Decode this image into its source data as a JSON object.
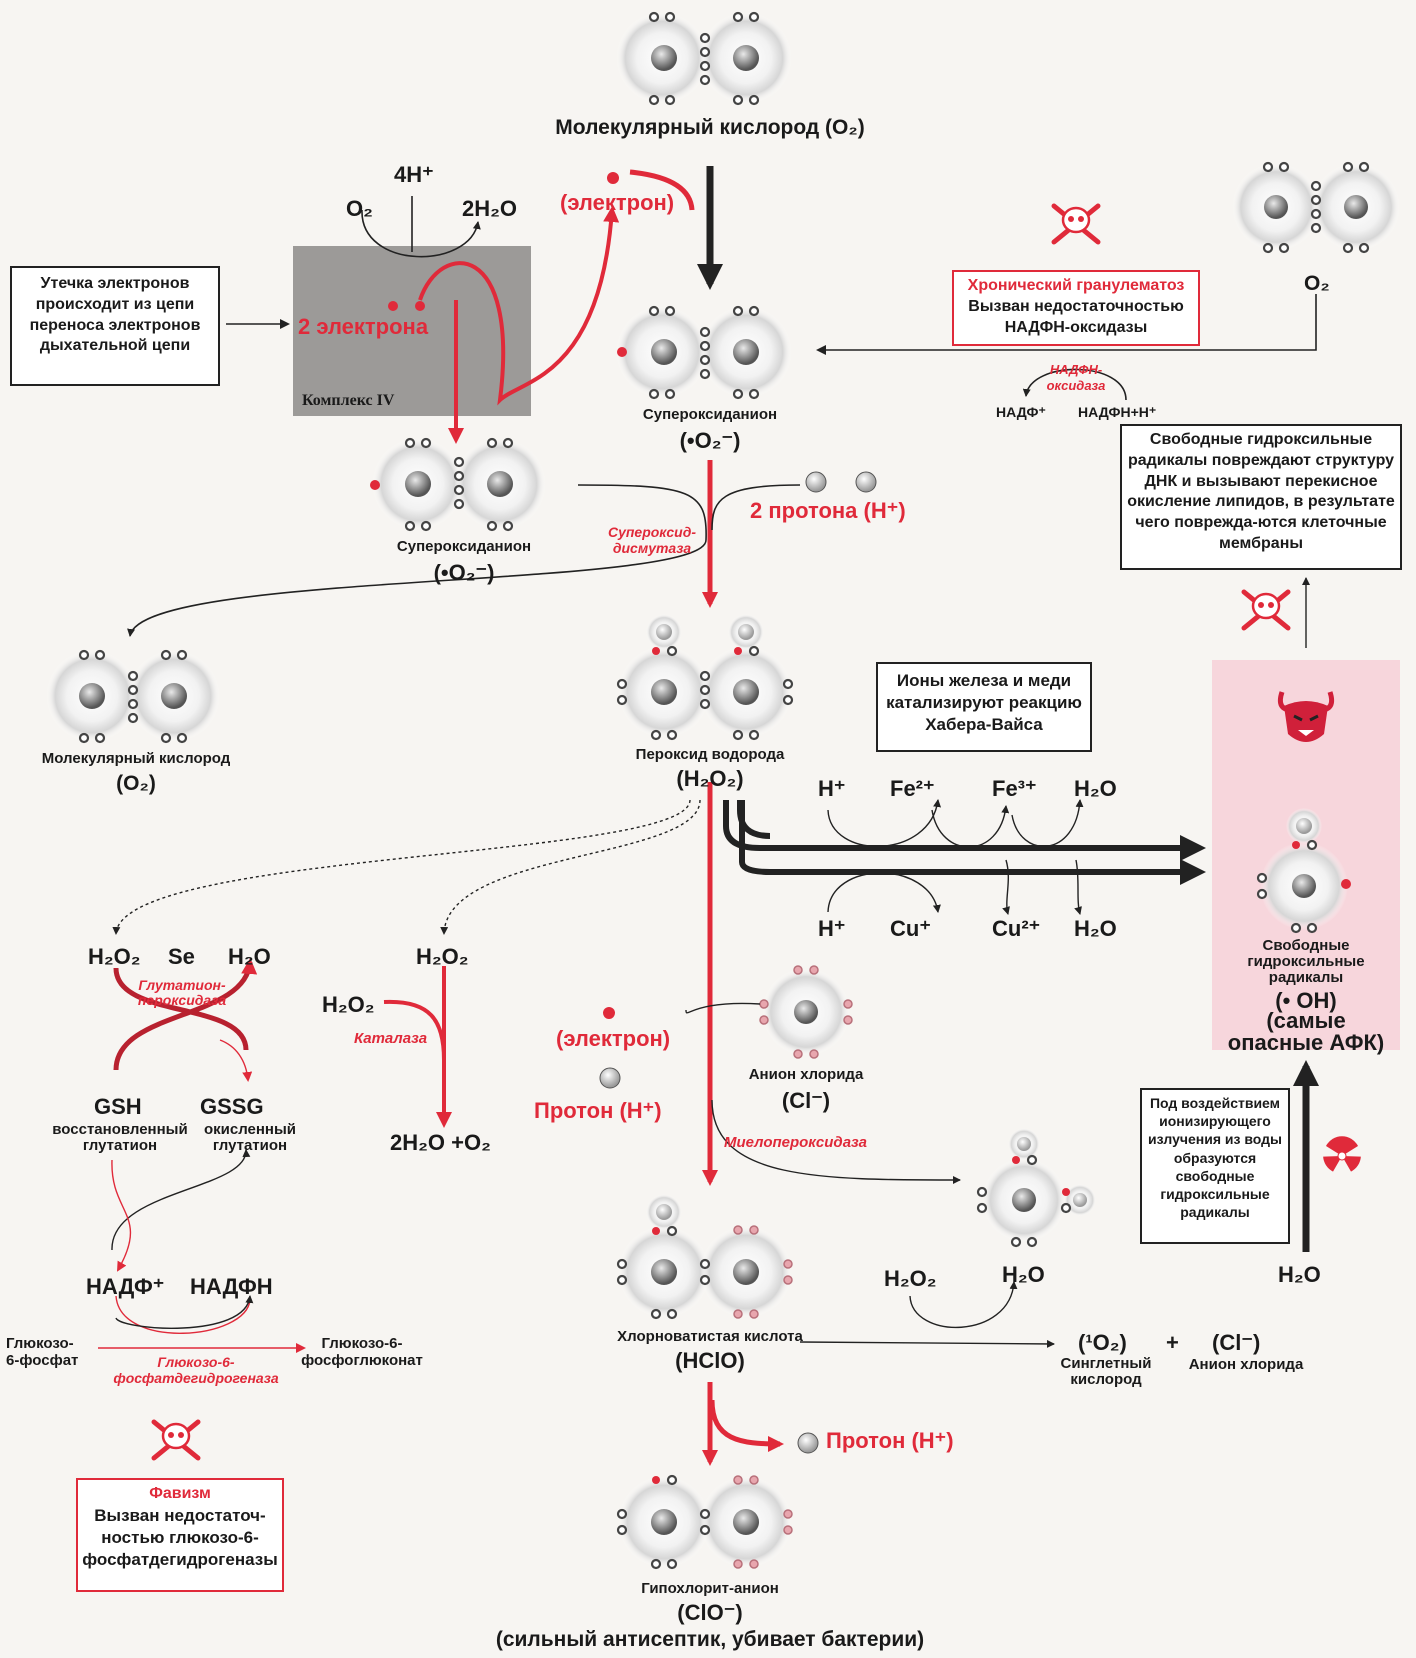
{
  "nodes": {
    "o2_top": {
      "label": "Молекулярный кислород (O₂)"
    },
    "superoxide_center": {
      "label": "Супероксиданион",
      "formula": "(•O₂⁻)"
    },
    "superoxide_left": {
      "label": "Супероксиданион",
      "formula": "(•O₂⁻)"
    },
    "o2_left": {
      "label": "Молекулярный кислород",
      "formula": "(O₂)"
    },
    "h2o2": {
      "label": "Пероксид водорода",
      "formula": "(H₂O₂)"
    },
    "hclo": {
      "label": "Хлорноватистая кислота",
      "formula": "(HClO)"
    },
    "clo": {
      "label": "Гипохлорит-анион",
      "formula": "(ClO⁻)",
      "note": "(сильный антисептик, убивает бактерии)"
    },
    "cl_anion": {
      "label": "Анион хлорида",
      "formula": "(Cl⁻)"
    },
    "oh_radical": {
      "label": "Свободные гидроксильные радикалы",
      "formula": "(• OH)",
      "note1": "(самые",
      "note2": "опасные АФК)"
    },
    "o2_right": {
      "label": "O₂"
    },
    "singlet": {
      "formula": "(¹O₂)",
      "label": "Синглетный кислород",
      "plus": "+",
      "cl_formula": "(Cl⁻)",
      "cl_label": "Анион хлорида"
    }
  },
  "complex_iv": {
    "label": "Комплекс IV",
    "electrons": "2 электрона",
    "o2": "O₂",
    "h": "4H⁺",
    "h2o": "2H₂O"
  },
  "labels": {
    "electron_top": "(электрон)",
    "protons_2": "2 протона (H⁺)",
    "sod": "Супероксид-дисмутаза",
    "sod_1": "Супероксид-",
    "sod_2": "дисмутаза",
    "electron_mid": "(электрон)",
    "proton_mid": "Протон (H⁺)",
    "mpo": "Миелопероксидаза",
    "proton_bottom": "Протон (H⁺)",
    "nadph_ox_1": "НАДФН-",
    "nadph_ox_2": "оксидаза",
    "nadp_plus": "НАДФ⁺",
    "nadph_h": "НАДФН+H⁺",
    "fenton_top": [
      "H⁺",
      "Fe²⁺",
      "Fe³⁺",
      "H₂O"
    ],
    "fenton_bottom": [
      "H⁺",
      "Cu⁺",
      "Cu²⁺",
      "H₂O"
    ],
    "gpx_h2o2": "H₂O₂",
    "gpx_se": "Se",
    "gpx_h2o": "H₂O",
    "gpx_enzyme_1": "Глутатион-",
    "gpx_enzyme_2": "пероксидаза",
    "gsh": "GSH",
    "gsh_desc_1": "восстановленный",
    "gsh_desc_2": "глутатион",
    "gssg": "GSSG",
    "gssg_desc_1": "окисленный",
    "gssg_desc_2": "глутатион",
    "nadp": "НАДФ⁺",
    "nadph": "НАДФН",
    "g6p_1": "Глюкозо-",
    "g6p_2": "6-фосфат",
    "g6pd_1": "Глюкозо-6-",
    "g6pd_2": "фосфатдегидрогеназа",
    "g6pg_1": "Глюкозо-6-",
    "g6pg_2": "фосфоглюконат",
    "cat_h2o2_top": "H₂O₂",
    "cat_h2o2_left": "H₂O₂",
    "catalase": "Каталаза",
    "cat_product": "2H₂O +O₂",
    "hclo_h2o2": "H₂O₂",
    "hclo_h2o": "H₂O",
    "rad_h2o": "H₂O"
  },
  "boxes": {
    "leak": "Утечка электронов происходит из цепи переноса электронов дыхательной цепи",
    "cgd_title": "Хронический гранулематоз",
    "cgd_body": "Вызван недостаточностью НАДФН-оксидазы",
    "damage": "Свободные гидроксильные радикалы повреждают структуру ДНК и вызывают перекисное окисление липидов, в результате чего поврежда-ются клеточные мембраны",
    "haber_weiss": "Ионы железа и меди катализируют реакцию Хабера-Вайса",
    "radiation": "Под воздействием ионизирующего излучения из воды образуются свободные гидроксильные радикалы",
    "favism_title": "Фавизм",
    "favism_body": "Вызван недостаточ-ностью глюкозо-6-фосфатдегидрогеназы"
  },
  "colors": {
    "accent": "#e02a3a",
    "arrow": "#222222",
    "complex_bg": "#9c9a98",
    "danger_bg": "#f7d6dc"
  },
  "icons": [
    "skull-crossbones-icon",
    "devil-icon",
    "radiation-icon",
    "atom-icon"
  ]
}
